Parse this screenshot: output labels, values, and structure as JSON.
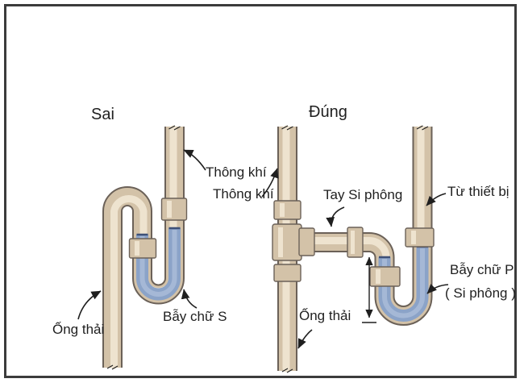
{
  "figure": {
    "left_diagram": {
      "title": "Sai",
      "vent_label": "Thông khí",
      "drain_label": "Ống thải",
      "trap_label": "Bẫy chữ S"
    },
    "right_diagram": {
      "title": "Đúng",
      "vent_label": "Thông khí",
      "trap_arm_label": "Tay Si phông",
      "fixture_label": "Từ thiết bị",
      "trap_label_line1": "Bẫy chữ P",
      "trap_label_line2": "( Si phông )",
      "drain_label": "Ống thải"
    },
    "colors": {
      "background": "#ffffff",
      "frame": "#3c3c3c",
      "ink": "#1f1f1f",
      "pipe_outline": "#6b6158",
      "pipe_body": "#d3c2a8",
      "pipe_highlight": "#eee3cf",
      "water": "#8ba3c8",
      "water_hi": "#a9bcd8",
      "water_line": "#3e5178"
    }
  }
}
